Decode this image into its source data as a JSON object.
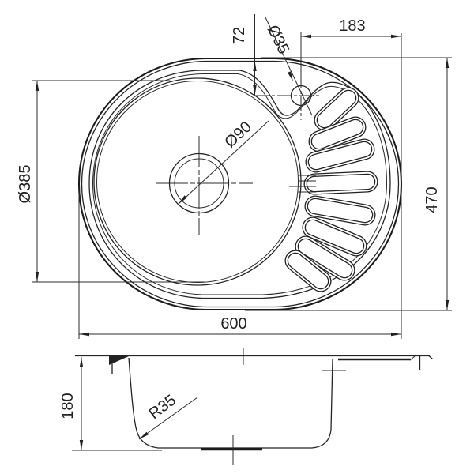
{
  "drawing": {
    "title": "kitchen-sink-dimension-drawing",
    "background_color": "#ffffff",
    "line_color": "#222222",
    "dimensions": {
      "overall_width": "600",
      "overall_depth": "470",
      "bowl_diameter": "Ø385",
      "drain_hole_diameter": "Ø90",
      "faucet_hole_diameter": "Ø35",
      "faucet_offset_from_top": "72",
      "faucet_offset_from_right": "183",
      "bowl_depth": "180",
      "corner_radius": "R35"
    }
  }
}
